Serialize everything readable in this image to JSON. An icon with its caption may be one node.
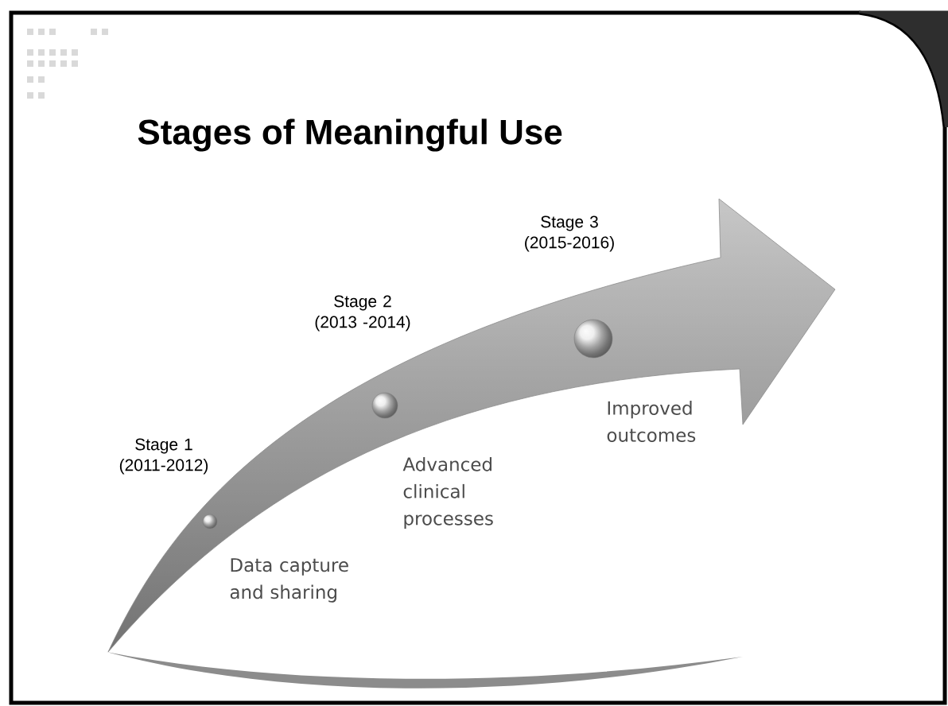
{
  "diagram": {
    "title": "Stages of Meaningful Use",
    "labels": [
      "Stage 3 (2015-2016)",
      "Stage 2 (2013 -2014)",
      "Stage 1 (2011-2012)",
      "Improved outcomes",
      "Advanced clinical processes",
      "Data capture and sharing"
    ]
  }
}
